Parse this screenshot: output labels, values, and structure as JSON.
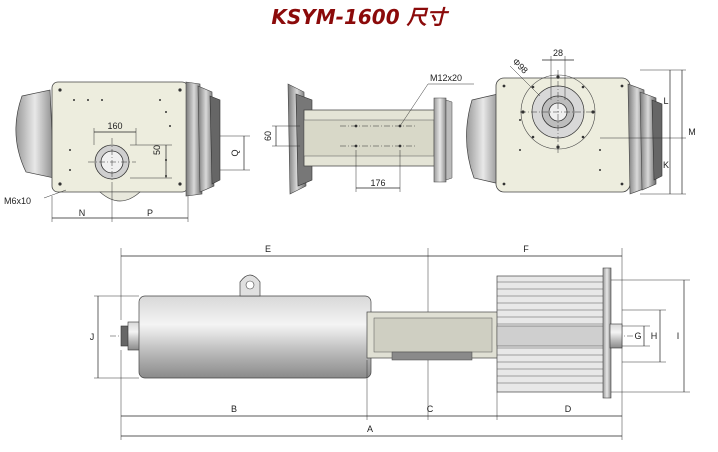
{
  "title": "KSYM-1600 尺寸",
  "front_view": {
    "labels": {
      "w160": "160",
      "h50": "50",
      "q": "Q",
      "m6": "M6x10",
      "n": "N",
      "p": "P"
    }
  },
  "side_view": {
    "labels": {
      "m12": "M12x20",
      "h60": "60",
      "w176": "176"
    }
  },
  "rear_view": {
    "labels": {
      "d98": "Φ98",
      "w28": "28",
      "l": "L",
      "m": "M",
      "k": "K"
    }
  },
  "bottom_view": {
    "labels": {
      "e": "E",
      "f": "F",
      "j": "J",
      "g": "G",
      "h": "H",
      "i": "I",
      "b": "B",
      "c": "C",
      "d": "D",
      "a": "A"
    }
  }
}
